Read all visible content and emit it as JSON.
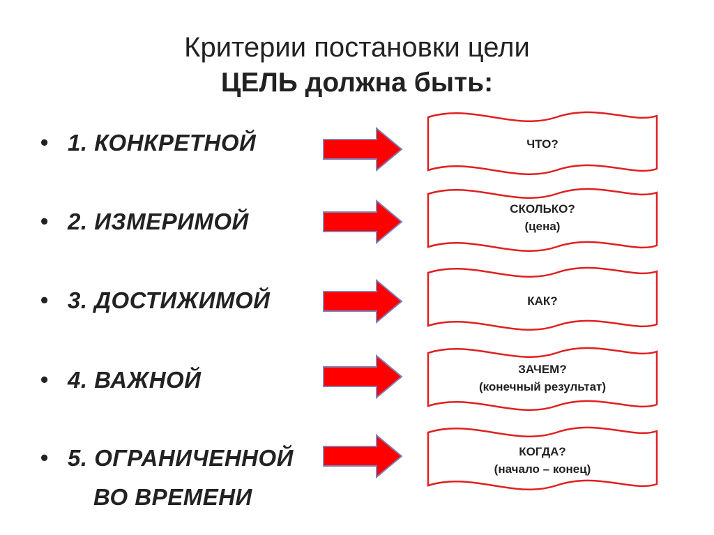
{
  "slide": {
    "title": "Критерии постановки цели",
    "subtitle": "ЦЕЛЬ должна быть:"
  },
  "colors": {
    "arrow_fill": "#ff0000",
    "arrow_stroke": "#7f7fb5",
    "banner_stroke": "#e02020"
  },
  "bullet_glyph": "•",
  "criteria": [
    {
      "label": "1. КОНКРЕТНОЙ",
      "question": "ЧТО?",
      "note": ""
    },
    {
      "label": "2. ИЗМЕРИМОЙ",
      "question": "СКОЛЬКО?",
      "note": "(цена)"
    },
    {
      "label": "3. ДОСТИЖИМОЙ",
      "question": "КАК?",
      "note": ""
    },
    {
      "label": "4. ВАЖНОЙ",
      "question": "ЗАЧЕМ?",
      "note": "(конечный результат)"
    },
    {
      "label": "5. ОГРАНИЧЕННОЙ",
      "label_line2": "ВО ВРЕМЕНИ",
      "question": "КОГДА?",
      "note": "(начало – конец)"
    }
  ]
}
